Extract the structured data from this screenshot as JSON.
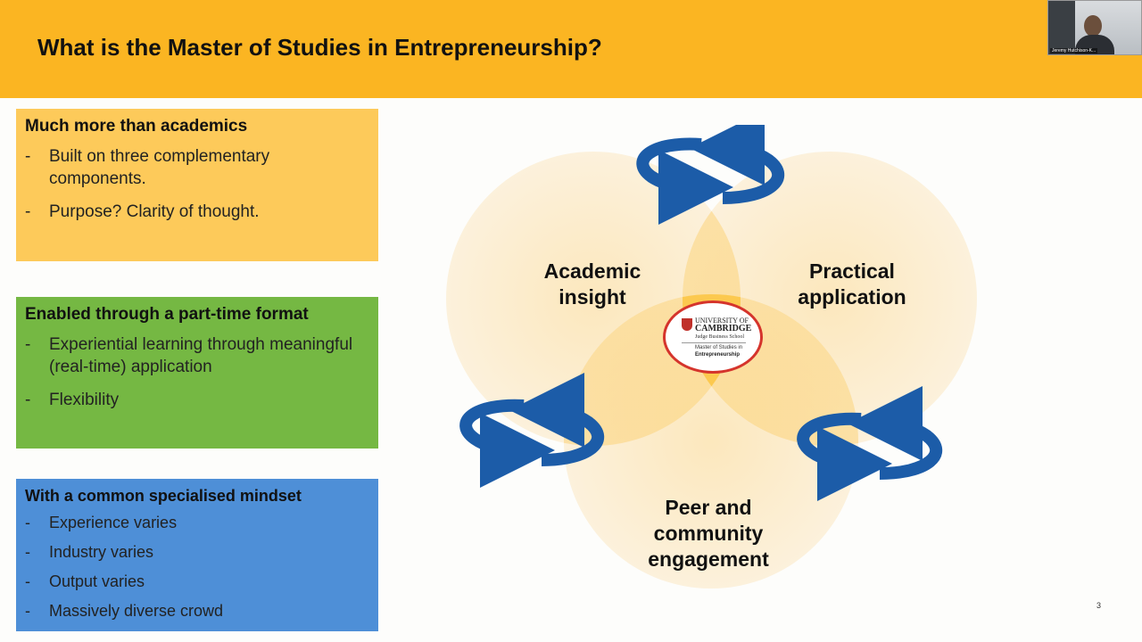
{
  "slide": {
    "title": "What is the Master of Studies in Entrepreneurship?",
    "page_number": "3"
  },
  "video": {
    "participant_name": "Jeremy Hutchison-K..."
  },
  "panels": [
    {
      "heading": "Much more than academics",
      "color": "#fdca5a",
      "items": [
        "Built on three complementary components.",
        "Purpose? Clarity of thought."
      ]
    },
    {
      "heading": "Enabled through a part-time format",
      "color": "#75b843",
      "items": [
        "Experiential learning through meaningful (real-time) application",
        "Flexibility"
      ]
    },
    {
      "heading": "With a common specialised mindset",
      "color": "#4e8fd7",
      "items": [
        "Experience varies",
        "Industry varies",
        "Output varies",
        "Massively diverse crowd"
      ]
    }
  ],
  "venn": {
    "circles": [
      {
        "label_line1": "Academic",
        "label_line2": "insight"
      },
      {
        "label_line1": "Practical",
        "label_line2": "application"
      },
      {
        "label_line1": "Peer and",
        "label_line2": "community",
        "label_line3": "engagement"
      }
    ],
    "logo": {
      "university_line1": "UNIVERSITY OF",
      "university_line2": "CAMBRIDGE",
      "school": "Judge Business School",
      "programme_line1": "Master of Studies in",
      "programme_line2": "Entrepreneurship"
    },
    "colors": {
      "circle_fill": "#fbe3b0",
      "overlap_fill": "#fcd98a",
      "center_fill": "#fcc748",
      "arrow_color": "#1c5ca8"
    }
  },
  "colors": {
    "title_bar": "#fbb522",
    "logo_ring": "#d5342c"
  }
}
